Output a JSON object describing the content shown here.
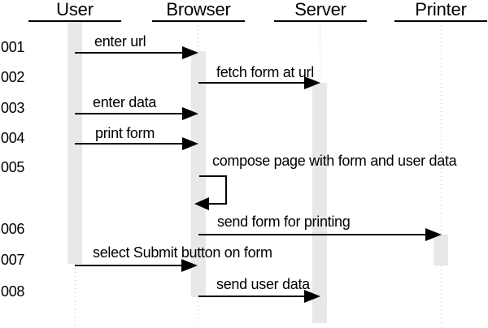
{
  "diagram": {
    "type": "uml-sequence-diagram",
    "actors": [
      {
        "name": "User"
      },
      {
        "name": "Browser"
      },
      {
        "name": "Server"
      },
      {
        "name": "Printer"
      }
    ],
    "messages": [
      {
        "seq": "001",
        "label": "enter url",
        "from": "User",
        "to": "Browser",
        "kind": "message"
      },
      {
        "seq": "002",
        "label": "fetch form at url",
        "from": "Browser",
        "to": "Server",
        "kind": "message"
      },
      {
        "seq": "003",
        "label": "enter data",
        "from": "User",
        "to": "Browser",
        "kind": "message"
      },
      {
        "seq": "004",
        "label": "print form",
        "from": "User",
        "to": "Browser",
        "kind": "message"
      },
      {
        "seq": "005",
        "label": "compose page with form and user data",
        "from": "Browser",
        "to": "Browser",
        "kind": "self-message"
      },
      {
        "seq": "006",
        "label": "send form for printing",
        "from": "Browser",
        "to": "Printer",
        "kind": "message"
      },
      {
        "seq": "007",
        "label": "select Submit button on form",
        "from": "User",
        "to": "Browser",
        "kind": "message"
      },
      {
        "seq": "008",
        "label": "send user data",
        "from": "Browser",
        "to": "Server",
        "kind": "message"
      }
    ],
    "colors": {
      "line": "#000000",
      "activation_fill": "#e8e8e8",
      "lifeline_dots": "#c0c0c0",
      "background": "#ffffff",
      "text": "#000000"
    }
  }
}
